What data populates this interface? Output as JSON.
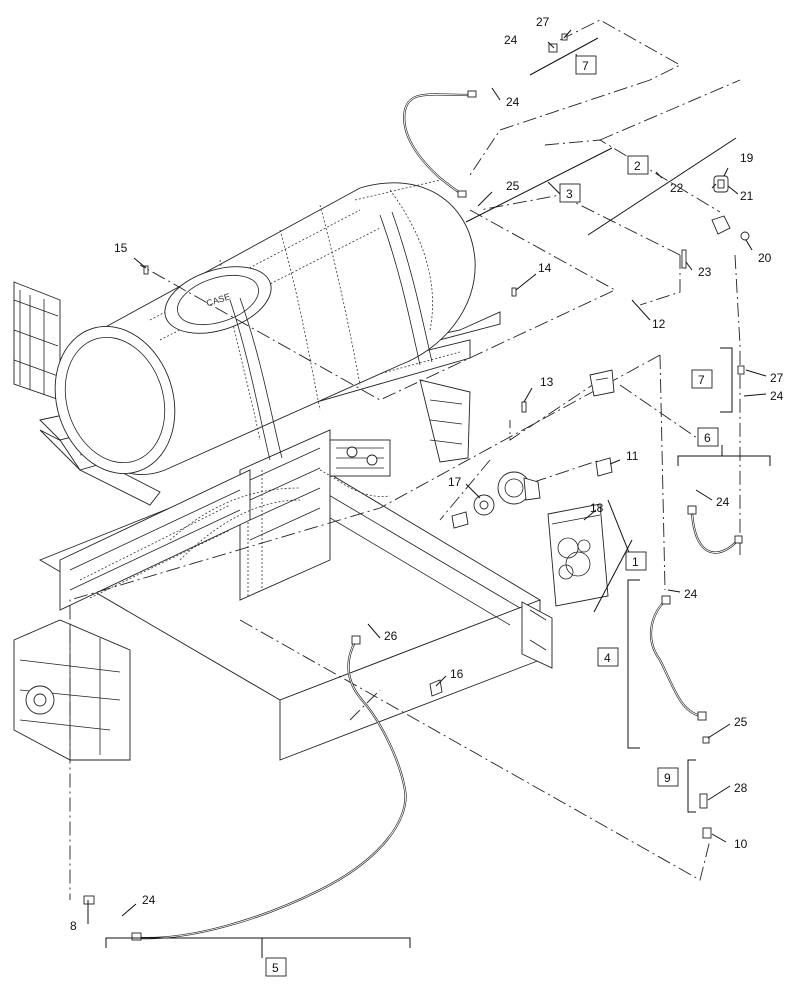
{
  "callouts": [
    {
      "id": "c27a",
      "text": "27"
    },
    {
      "id": "c24a",
      "text": "24"
    },
    {
      "id": "c24b",
      "text": "24"
    },
    {
      "id": "c25a",
      "text": "25"
    },
    {
      "id": "c15",
      "text": "15"
    },
    {
      "id": "c14",
      "text": "14"
    },
    {
      "id": "c19",
      "text": "19"
    },
    {
      "id": "c22",
      "text": "22"
    },
    {
      "id": "c21",
      "text": "21"
    },
    {
      "id": "c20",
      "text": "20"
    },
    {
      "id": "c23",
      "text": "23"
    },
    {
      "id": "c12",
      "text": "12"
    },
    {
      "id": "c13",
      "text": "13"
    },
    {
      "id": "c27b",
      "text": "27"
    },
    {
      "id": "c24c",
      "text": "24"
    },
    {
      "id": "c11",
      "text": "11"
    },
    {
      "id": "c17",
      "text": "17"
    },
    {
      "id": "c18",
      "text": "18"
    },
    {
      "id": "c24d",
      "text": "24"
    },
    {
      "id": "c24e",
      "text": "24"
    },
    {
      "id": "c26",
      "text": "26"
    },
    {
      "id": "c16",
      "text": "16"
    },
    {
      "id": "c25b",
      "text": "25"
    },
    {
      "id": "c28",
      "text": "28"
    },
    {
      "id": "c10",
      "text": "10"
    },
    {
      "id": "c8",
      "text": "8"
    },
    {
      "id": "c24f",
      "text": "24"
    }
  ],
  "boxed_callouts": [
    {
      "id": "b7a",
      "text": "7"
    },
    {
      "id": "b2",
      "text": "2"
    },
    {
      "id": "b3",
      "text": "3"
    },
    {
      "id": "b7b",
      "text": "7"
    },
    {
      "id": "b6",
      "text": "6"
    },
    {
      "id": "b1",
      "text": "1"
    },
    {
      "id": "b4",
      "text": "4"
    },
    {
      "id": "b9",
      "text": "9"
    },
    {
      "id": "b5",
      "text": "5"
    }
  ],
  "tank_logo": "CASE"
}
